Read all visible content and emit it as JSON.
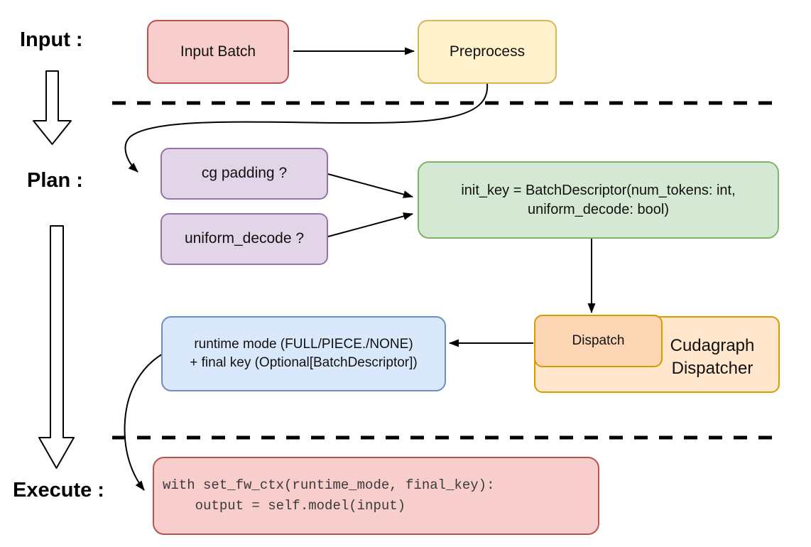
{
  "stages": {
    "input_label": "Input :",
    "plan_label": "Plan :",
    "execute_label": "Execute :"
  },
  "nodes": {
    "input_batch": {
      "label": "Input Batch"
    },
    "preprocess": {
      "label": "Preprocess"
    },
    "cg_padding": {
      "label": "cg padding ?"
    },
    "uniform_decode": {
      "label": "uniform_decode ?"
    },
    "init_key": {
      "line1": "init_key = BatchDescriptor(num_tokens: int,",
      "line2": "uniform_decode: bool)"
    },
    "dispatch": {
      "label": "Dispatch"
    },
    "cudagraph_dispatcher": {
      "label": "Cudagraph Dispatcher"
    },
    "runtime_mode": {
      "line1": "runtime mode (FULL/PIECE./NONE)",
      "line2": "+ final key (Optional[BatchDescriptor])"
    },
    "execute_code": {
      "line1": "with set_fw_ctx(runtime_mode, final_key):",
      "line2": "    output = self.model(input)"
    }
  },
  "colors": {
    "red_fill": "#f8cecc",
    "red_stroke": "#b85450",
    "yellow_fill": "#fff2cc",
    "yellow_stroke": "#d6b656",
    "purple_fill": "#e1d5e7",
    "purple_stroke": "#9673a6",
    "green_fill": "#d5e8d4",
    "green_stroke": "#82b366",
    "blue_fill": "#dae8fc",
    "blue_stroke": "#6c8ebf",
    "orange_fill": "#ffe6cc",
    "orange_stroke": "#d79b00",
    "dispatch_fill": "#fcd5b4",
    "line_color": "#000000",
    "code_text": "#3a3a3a"
  }
}
